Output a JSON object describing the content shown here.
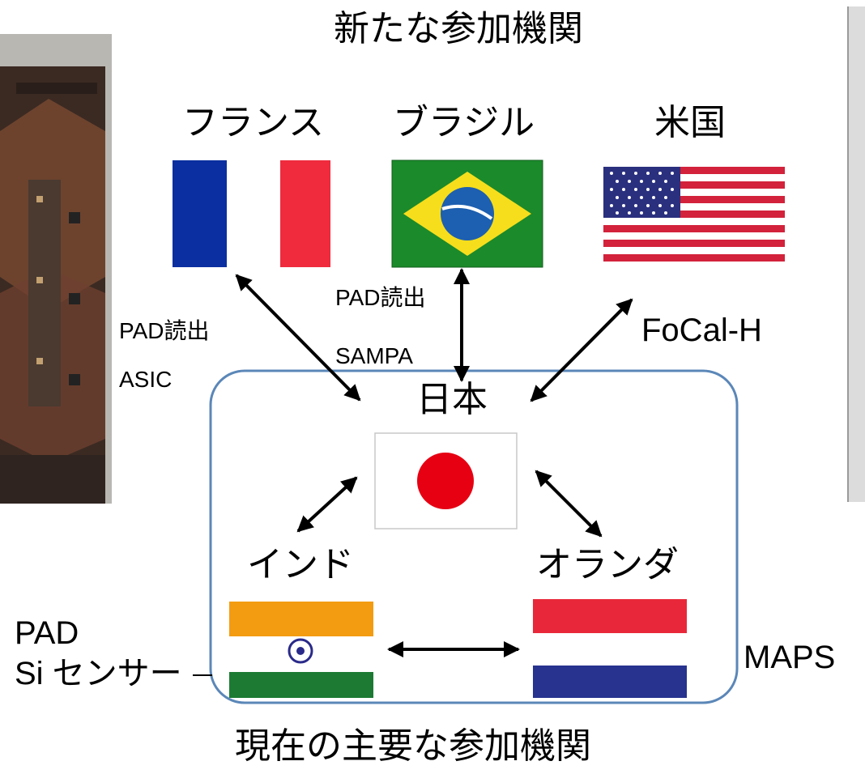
{
  "title_top": "新たな参加機関",
  "title_bottom": "現在の主要な参加機関",
  "countries": {
    "france": "フランス",
    "brazil": "ブラジル",
    "usa": "米国",
    "japan": "日本",
    "india": "インド",
    "netherlands": "オランダ"
  },
  "labels": {
    "france_role_line1": "PAD読出",
    "france_role_line2": "ASIC",
    "brazil_role_line1": "PAD読出",
    "brazil_role_line2": "SAMPA",
    "usa_role": "FoCal-H",
    "india_role_line1": "PAD",
    "india_role_line2": "Si センサー",
    "netherlands_role": "MAPS"
  },
  "colors": {
    "group_border": "#5b87b8",
    "france_blue": "#0b2fa0",
    "france_red": "#ef2b3d",
    "brazil_green": "#1b8a2a",
    "brazil_yellow": "#f6de1c",
    "brazil_blue": "#1d5fb0",
    "usa_red": "#d3223b",
    "usa_blue": "#2a2f7e",
    "japan_red": "#e60012",
    "india_saffron": "#f39c12",
    "india_green": "#1c7a33",
    "india_chakra": "#2a2a8a",
    "nl_red": "#e8283a",
    "nl_blue": "#27338f"
  }
}
